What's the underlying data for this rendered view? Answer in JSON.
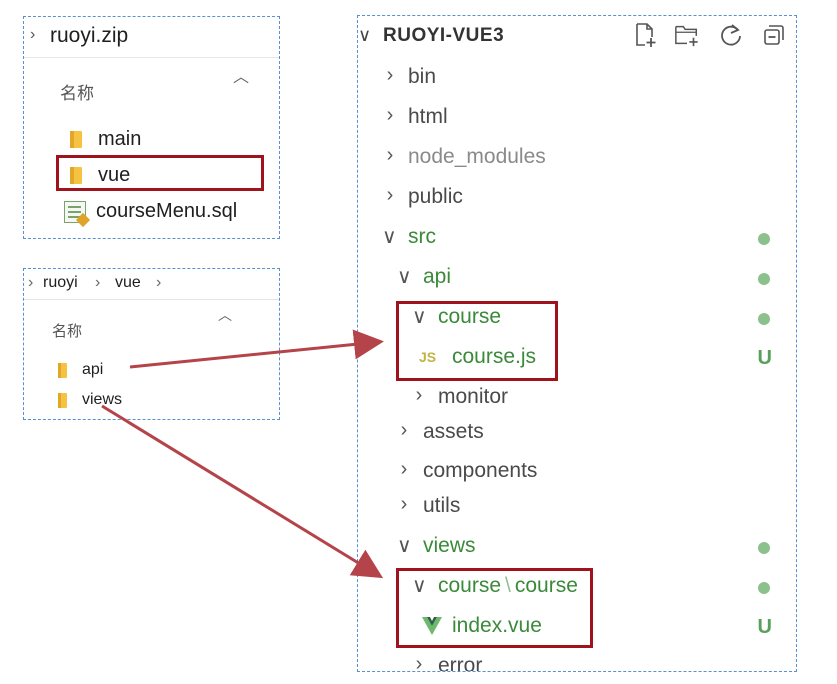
{
  "zip_explorer": {
    "path": "ruoyi.zip",
    "column_name": "名称",
    "items": [
      {
        "name": "main",
        "type": "folder"
      },
      {
        "name": "vue",
        "type": "folder"
      },
      {
        "name": "courseMenu.sql",
        "type": "sql"
      }
    ]
  },
  "vue_explorer": {
    "breadcrumb": [
      "ruoyi",
      "vue"
    ],
    "column_name": "名称",
    "items": [
      {
        "name": "api",
        "type": "folder"
      },
      {
        "name": "views",
        "type": "folder"
      }
    ]
  },
  "vscode": {
    "title": "RUOYI-VUE3",
    "tree": [
      {
        "label": "bin"
      },
      {
        "label": "html"
      },
      {
        "label": "node_modules"
      },
      {
        "label": "public"
      },
      {
        "label": "src"
      },
      {
        "label": "api"
      },
      {
        "label": "course"
      },
      {
        "label": "course.js",
        "icon_text": "JS",
        "badge": "U"
      },
      {
        "label": "monitor"
      },
      {
        "label": "assets"
      },
      {
        "label": "components"
      },
      {
        "label": "utils"
      },
      {
        "label": "views"
      },
      {
        "label": "course",
        "label2": "course"
      },
      {
        "label": "index.vue",
        "badge": "U"
      },
      {
        "label": "error"
      }
    ]
  },
  "colors": {
    "highlight": "#a0121c",
    "arrow": "#b5434a",
    "modified_dot": "#8cc08c",
    "untracked": "#59a05c"
  }
}
